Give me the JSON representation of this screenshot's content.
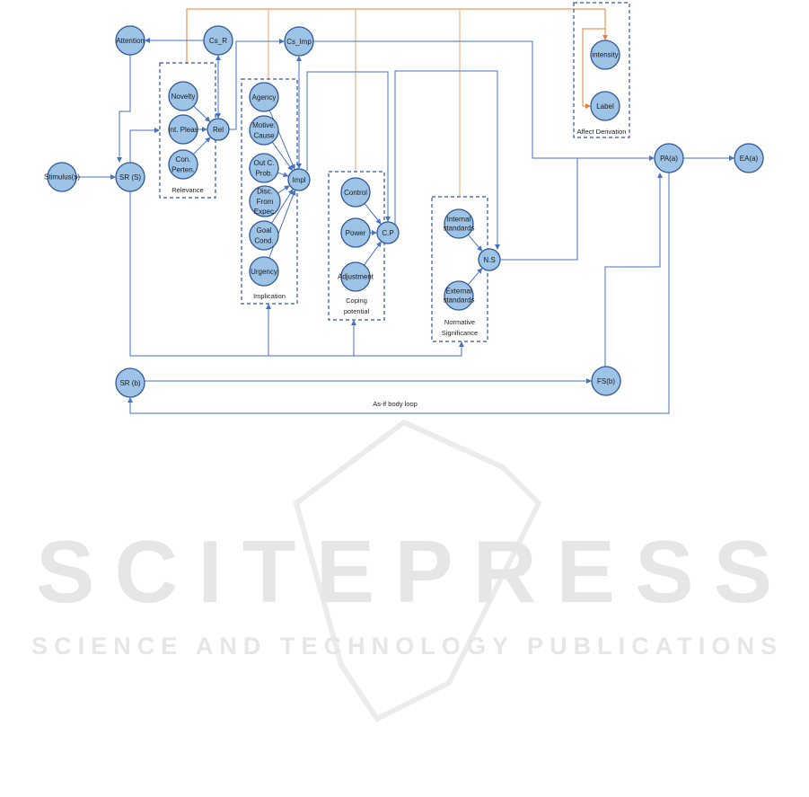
{
  "nodes": {
    "attention": "Attention",
    "cs_r": "Cs_R",
    "cs_imp": "Cs_Imp",
    "novelty": "Novelty",
    "int_pleas": "Int. Pleas",
    "con_perten": [
      "Con.",
      "Perten."
    ],
    "rel": "Rel",
    "stimulus": "Stimulus(s)",
    "sr_s": "SR (S)",
    "agency": "Agency",
    "motive": [
      "Motive:",
      "Cause"
    ],
    "outc": [
      "Out C.",
      "Prob."
    ],
    "disc": [
      "Disc.",
      "From",
      "Expec."
    ],
    "goal": [
      "Goal",
      "Cond."
    ],
    "urgency": "Urgency",
    "impl": "Impl",
    "control": "Control",
    "power": "Power",
    "adjustment": "Adjustment",
    "cp": "C.P",
    "internal": [
      "Internal",
      "standards"
    ],
    "external": [
      "External",
      "standards"
    ],
    "ns": "N.S",
    "intensity": "intensity",
    "label": "Label",
    "pa": "PA(a)",
    "ea": "EA(a)",
    "sr_b": "SR (b)",
    "fs_b": "FS(b)"
  },
  "groups": {
    "relevance": [
      "Relevance"
    ],
    "implication": [
      "Implication"
    ],
    "coping": [
      "Coping",
      "potential"
    ],
    "normative": [
      "Normative",
      "Significance"
    ],
    "affect": [
      "Affect Derivation"
    ]
  },
  "edge_labels": {
    "as_if": "As-if body loop"
  },
  "watermark": {
    "title": "SCITEPRESS",
    "subtitle": "SCIENCE AND TECHNOLOGY PUBLICATIONS"
  },
  "colors": {
    "node_fill": "#9dc3e6",
    "node_stroke": "#2f5597",
    "edge_blue": "#4472c4",
    "edge_orange": "#ed7d31"
  }
}
